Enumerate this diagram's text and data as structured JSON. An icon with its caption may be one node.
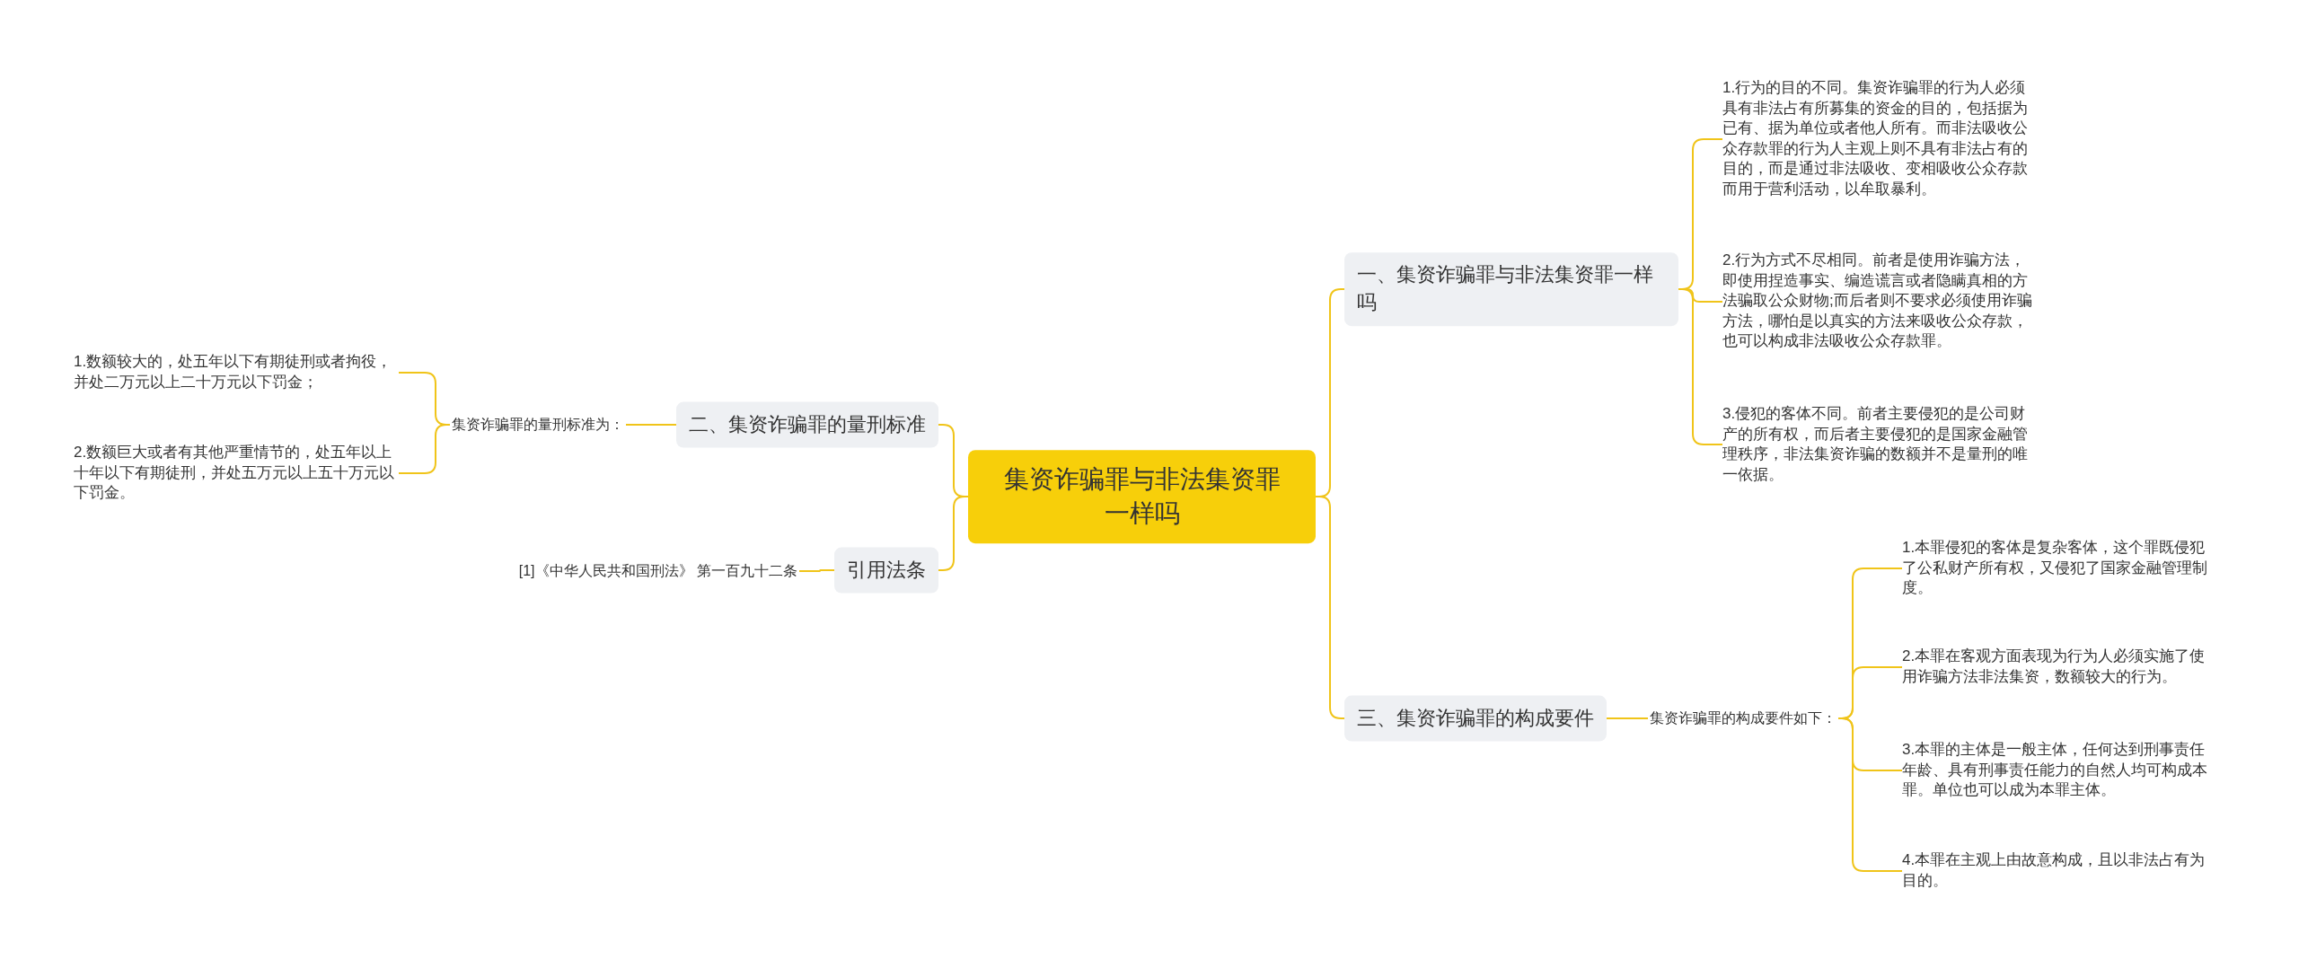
{
  "diagram": {
    "nodes": [
      {
        "text": [
          "集资诈骗罪与非法集资罪一样吗"
        ]
      },
      {
        "text": [
          "一、集资诈骗罪与非法集资罪一样吗"
        ]
      },
      {
        "text": [
          "1.行为的目的不同。集资诈骗罪的行为人必须具有非法占有所募集的资金的目的，包括据为已有、据为单位或者他人所有。而非法吸收公众存款罪的行为人主观上则不具有非法占有的目的，而是通过非法吸收、变相吸收公众存款而用于营利活动，以牟取暴利。"
        ]
      },
      {
        "text": [
          "2.行为方式不尽相同。前者是使用诈骗方法，即使用捏造事实、编造谎言或者隐瞒真相的方法骗取公众财物;而后者则不要求必须使用诈骗方法，哪怕是以真实的方法来吸收公众存款，也可以构成非法吸收公众存款罪。"
        ]
      },
      {
        "text": [
          "3.侵犯的客体不同。前者主要侵犯的是公司财产的所有权，而后者主要侵犯的是国家金融管理秩序，非法集资诈骗的数额并不是量刑的唯一依据。"
        ]
      },
      {
        "text": [
          "三、集资诈骗罪的构成要件"
        ]
      },
      {
        "text": [
          "集资诈骗罪的构成要件如下："
        ]
      },
      {
        "text": [
          "1.本罪侵犯的客体是复杂客体，这个罪既侵犯了公私财产所有权，又侵犯了国家金融管理制度。"
        ]
      },
      {
        "text": [
          "2.本罪在客观方面表现为行为人必须实施了使用诈骗方法非法集资，数额较大的行为。"
        ]
      },
      {
        "text": [
          "3.本罪的主体是一般主体，任何达到刑事责任年龄、具有刑事责任能力的自然人均可构成本罪。单位也可以成为本罪主体。"
        ]
      },
      {
        "text": [
          "4.本罪在主观上由故意构成，且以非法占有为目的。"
        ]
      },
      {
        "text": [
          "二、集资诈骗罪的量刑标准"
        ]
      },
      {
        "text": [
          "集资诈骗罪的量刑标准为："
        ]
      },
      {
        "text": [
          "1.数额较大的，处五年以下有期徒刑或者拘役，并处二万元以上二十万元以下罚金；"
        ]
      },
      {
        "text": [
          "2.数额巨大或者有其他严重情节的，处五年以上十年以下有期徒刑，并处五万元以上五十万元以下罚金。"
        ]
      },
      {
        "text": [
          "引用法条"
        ]
      },
      {
        "text": [
          "[1]《中华人民共和国刑法》 第一百九十二条"
        ]
      }
    ],
    "edges": [
      {
        "from": 0,
        "to": 1,
        "arrow": "none"
      },
      {
        "from": 0,
        "to": 5,
        "arrow": "none"
      },
      {
        "from": 0,
        "to": 11,
        "arrow": "none"
      },
      {
        "from": 0,
        "to": 15,
        "arrow": "none"
      },
      {
        "from": 1,
        "to": 2,
        "arrow": "none"
      },
      {
        "from": 1,
        "to": 3,
        "arrow": "none"
      },
      {
        "from": 1,
        "to": 4,
        "arrow": "none"
      },
      {
        "from": 5,
        "to": 6,
        "arrow": "none"
      },
      {
        "from": 6,
        "to": 7,
        "arrow": "none"
      },
      {
        "from": 6,
        "to": 8,
        "arrow": "none"
      },
      {
        "from": 6,
        "to": 9,
        "arrow": "none"
      },
      {
        "from": 6,
        "to": 10,
        "arrow": "none"
      },
      {
        "from": 11,
        "to": 12,
        "arrow": "none"
      },
      {
        "from": 12,
        "to": 13,
        "arrow": "none"
      },
      {
        "from": 12,
        "to": 14,
        "arrow": "none"
      },
      {
        "from": 15,
        "to": 16,
        "arrow": "none"
      }
    ]
  }
}
